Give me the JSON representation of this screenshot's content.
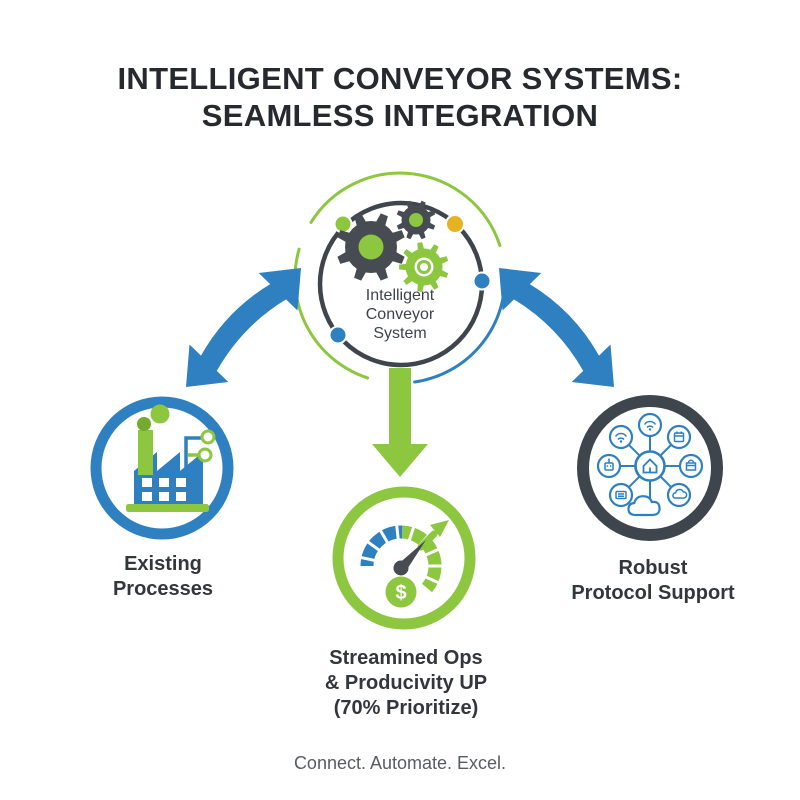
{
  "title": {
    "line1": "INTELLIGENT CONVEYOR SYSTEMS:",
    "line2": "SEAMLESS INTEGRATION"
  },
  "hub": {
    "icon": "gears-icon",
    "label_line1": "Intelligent",
    "label_line2": "Conveyor",
    "label_line3": "System"
  },
  "nodes": {
    "existing": {
      "icon": "factory-icon",
      "label_line1": "Existing",
      "label_line2": "Processes"
    },
    "ops": {
      "icon": "gauge-growth-dollar-icon",
      "badge_glyph": "$",
      "label_line1": "Streamined Ops",
      "label_line2": "& Producivity UP",
      "label_line3": "(70% Prioritize)"
    },
    "protocol": {
      "icon": "protocol-network-icon",
      "label_line1": "Robust",
      "label_line2": "Protocol Support"
    }
  },
  "tagline": "Connect. Automate. Excel.",
  "colors": {
    "blue": "#2e80c1",
    "green": "#8dc63f",
    "green_dark": "#74aa30",
    "charcoal": "#3f454c",
    "gear_dark": "#474c52",
    "yellow": "#e6b222",
    "title_text": "#26292e",
    "label_text": "#33373c",
    "hub_text": "#3f444a",
    "tagline_text": "#585d62",
    "background": "#ffffff"
  }
}
